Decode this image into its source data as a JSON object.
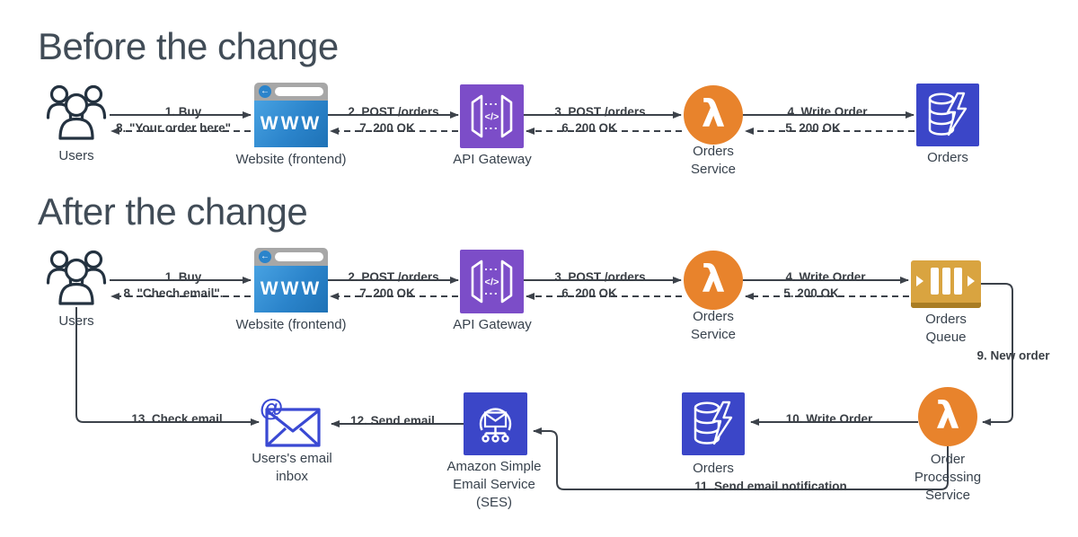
{
  "colors": {
    "lambda_orange": "#e8832c",
    "gateway_purple": "#7c4dc8",
    "aws_blue": "#3b46c8",
    "inbox_blue": "#3a49d3",
    "queue_gold": "#d9a440",
    "website_blue": "#2b84cb",
    "line_dark": "#3c424a"
  },
  "icons": {
    "www": "WWW",
    "code": "</>",
    "at": "@",
    "lambda": "λ",
    "back_arrow": "←"
  },
  "before": {
    "title": "Before the change",
    "nodes": {
      "users": "Users",
      "website": "Website (frontend)",
      "api_gateway": "API Gateway",
      "orders_service": "Orders Service",
      "orders_table": "Orders"
    },
    "edges": {
      "buy": "1. Buy",
      "post_orders_web": "2. POST /orders",
      "post_orders_gw": "3. POST /orders",
      "write_order": "4. Write Order",
      "ok_db": "5. 200 OK",
      "ok_gw": "6. 200 OK",
      "ok_web": "7. 200 OK",
      "your_order": "8. \"Your order here\""
    }
  },
  "after": {
    "title": "After the change",
    "nodes": {
      "users": "Users",
      "website": "Website (frontend)",
      "api_gateway": "API Gateway",
      "orders_service": "Orders Service",
      "orders_queue": "Orders Queue",
      "order_processing": "Order Processing Service",
      "orders_table": "Orders",
      "ses": "Amazon Simple Email Service (SES)",
      "inbox": "Users's email inbox"
    },
    "edges": {
      "buy": "1. Buy",
      "check_email_reply": "8. \"Chech email\".",
      "post_orders_web": "2. POST /orders",
      "ok_web": "7. 200 OK",
      "post_orders_gw": "3. POST /orders",
      "ok_gw": "6. 200 OK",
      "write_order_queue": "4. Write Order",
      "ok_queue": "5. 200 OK",
      "new_order": "9. New order",
      "write_order_db": "10. Write Order",
      "send_notification": "11. Send email notification",
      "send_email": "12. Send email",
      "check_email": "13. Check email"
    }
  }
}
